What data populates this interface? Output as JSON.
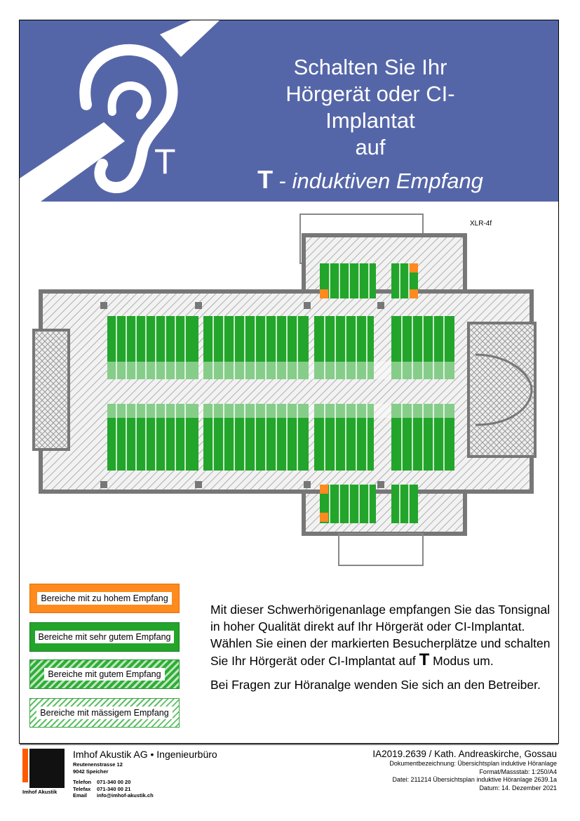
{
  "banner": {
    "line1": "Schalten Sie Ihr",
    "line2": "Hörgerät oder CI-Implantat",
    "line3": "auf",
    "t_letter": "T",
    "t_dash": " - ",
    "t_rest": "induktiven Empfang",
    "ear_icon_letter": "T",
    "color": "#5566a8"
  },
  "plan": {
    "label": "XLR-4f",
    "icon": "church-floor-plan"
  },
  "legend": {
    "too_high": "Bereiche mit zu hohem Empfang",
    "very_good": "Bereiche mit sehr gutem Empfang",
    "good": "Bereiche mit gutem Empfang",
    "moderate": "Bereiche mit mässigem Empfang",
    "colors": {
      "orange": "#ff8a1e",
      "green": "#22a52a"
    }
  },
  "info": {
    "p1_part1": "Mit dieser Schwerhörigenanlage empfangen Sie das Tonsignal in hoher Qualität direkt auf Ihr Hörgerät oder CI-Implantat. Wählen Sie einen der markierten Besucherplätze und schalten Sie Ihr Hörgerät oder CI-Implantat auf ",
    "p1_t": "T",
    "p1_part2": " Modus um.",
    "p2": "Bei Fragen zur Höranalge wenden Sie sich an den Betreiber."
  },
  "footer": {
    "logo_text": "Imhof Akustik",
    "company": "Imhof Akustik AG • Ingenieurbüro",
    "street": "Reutenenstrasse 12",
    "city": "9042 Speicher",
    "tel_label": "Telefon",
    "tel": "071-340 00 20",
    "fax_label": "Telefax",
    "fax": "071-340 00 21",
    "email_label": "Email",
    "email": "info@imhof-akustik.ch",
    "project": "IA2019.2639 / Kath. Andreaskirche, Gossau",
    "doc": "Dokumentbezeichnung: Übersichtsplan induktive Höranlage",
    "format": "Format/Massstab: 1:250/A4",
    "file": "Datei: 211214 Übersichtsplan induktive Höranlage 2639.1a",
    "date": "Datum: 14. Dezember 2021"
  }
}
